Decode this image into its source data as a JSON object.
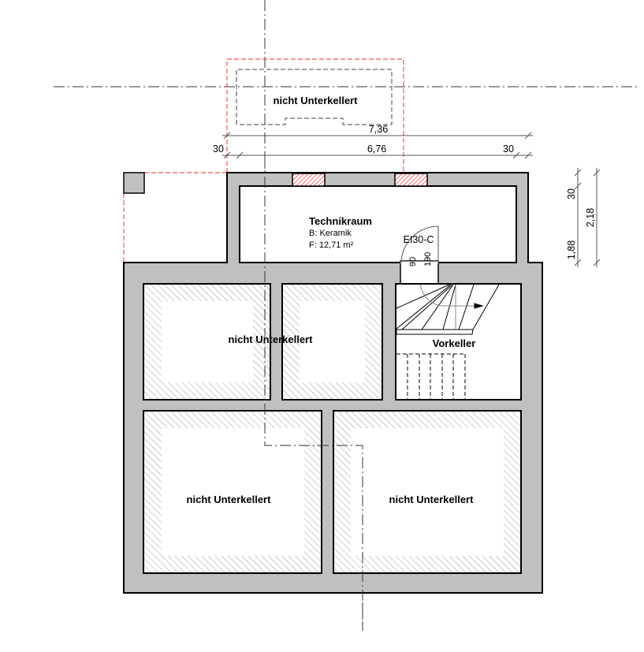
{
  "plan": {
    "rooms": {
      "top_annex": "nicht Unterkellert",
      "technikraum": {
        "name": "Technikraum",
        "floor": "B: Keramik",
        "area": "F: 12,71 m²"
      },
      "middle_left": "nicht Unterkellert",
      "vorkeller": "Vorkeller",
      "bottom_left": "nicht Unterkellert",
      "bottom_right": "nicht Unterkellert"
    },
    "door": {
      "rating": "EI30-C",
      "width": "90",
      "height": "190"
    },
    "dimensions": {
      "overall_width": "7,36",
      "inner_width": "6,76",
      "wall_left": "30",
      "wall_right": "30",
      "wall_top": "30",
      "room_depth": "1,88",
      "total_depth": "2,18"
    },
    "colors": {
      "wall": "#c0c0c0",
      "demolition": "#ff4d4d",
      "outline": "#000000"
    }
  }
}
